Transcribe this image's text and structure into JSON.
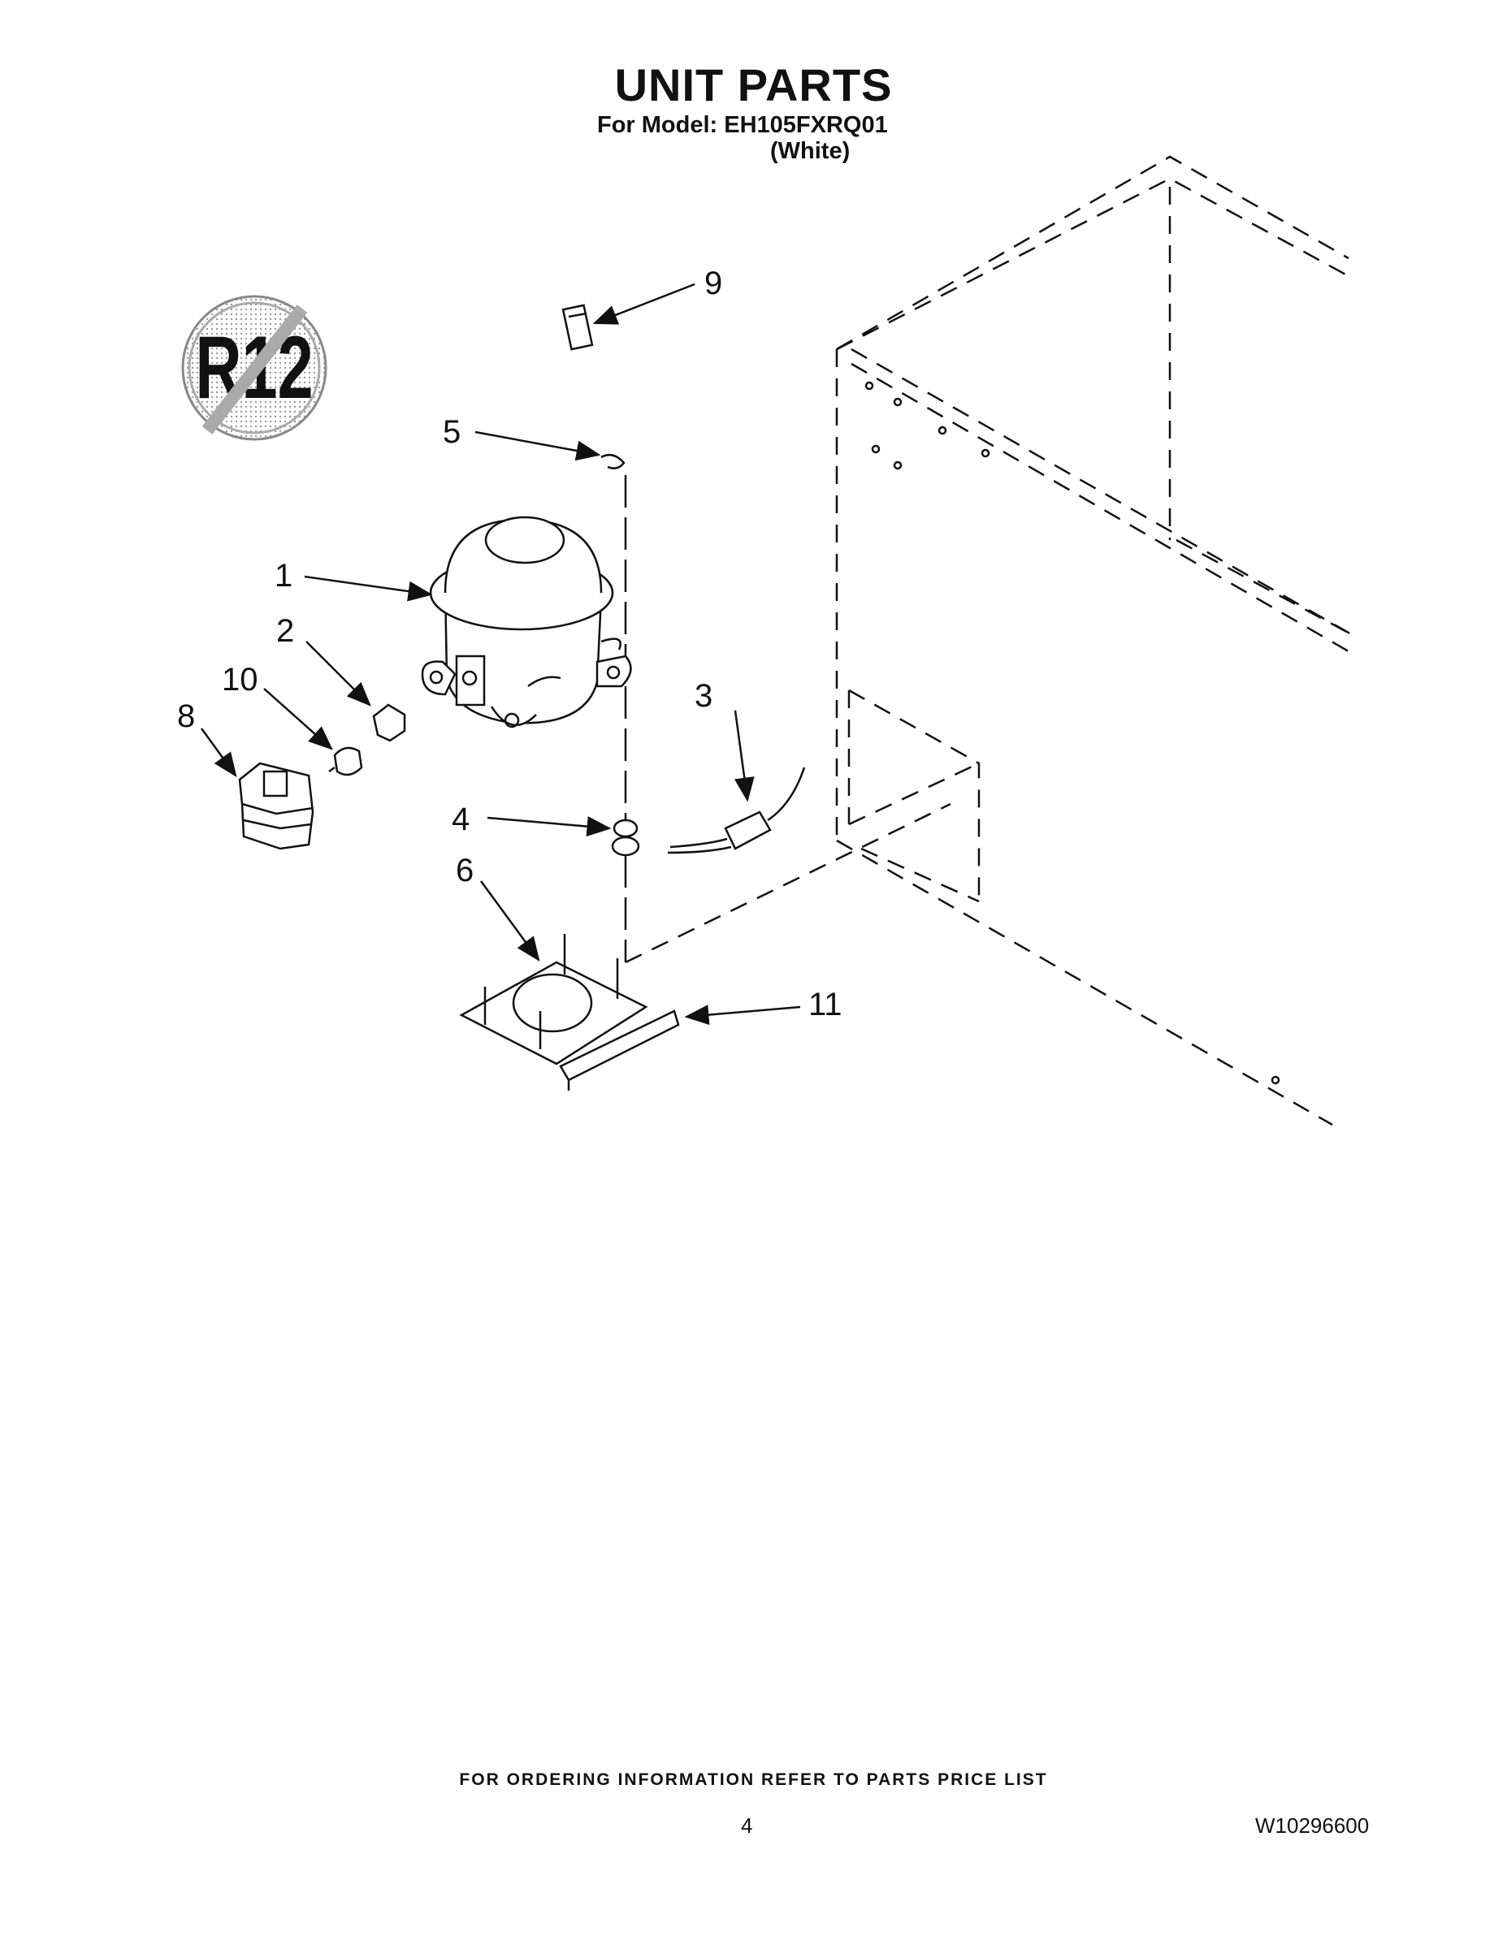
{
  "header": {
    "title": "UNIT PARTS",
    "model_line": "For Model: EH105FXRQ01",
    "color_line": "(White)"
  },
  "badge": {
    "text": "R12",
    "meaning": "no-r12-symbol"
  },
  "callouts": [
    "1",
    "2",
    "3",
    "4",
    "5",
    "6",
    "8",
    "9",
    "10",
    "11"
  ],
  "footer": {
    "ordering_note": "FOR ORDERING INFORMATION REFER TO PARTS PRICE LIST",
    "page_number": "4",
    "document_number": "W10296600"
  }
}
